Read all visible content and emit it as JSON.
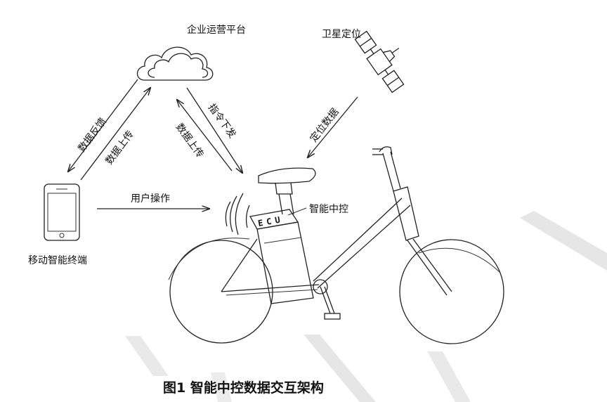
{
  "labels": {
    "cloud": "企业运营平台",
    "satellite": "卫星定位",
    "phone": "移动智能终端",
    "ecu_label": "智能中控",
    "ecu_box": "ECU",
    "user_op": "用户操作",
    "data_feedback": "数据反馈",
    "data_upload_left": "数据上传",
    "data_upload_right": "数据上传",
    "command": "指令下发",
    "location_data": "定位数据"
  },
  "caption": "图1  智能中控数据交互架构",
  "colors": {
    "stroke": "#222222",
    "watermark": "#e3e3e3",
    "background": "#ffffff"
  },
  "icons": [
    "cloud-icon",
    "satellite-icon",
    "smartphone-icon",
    "wireless-signal-icon",
    "bicycle-icon"
  ]
}
